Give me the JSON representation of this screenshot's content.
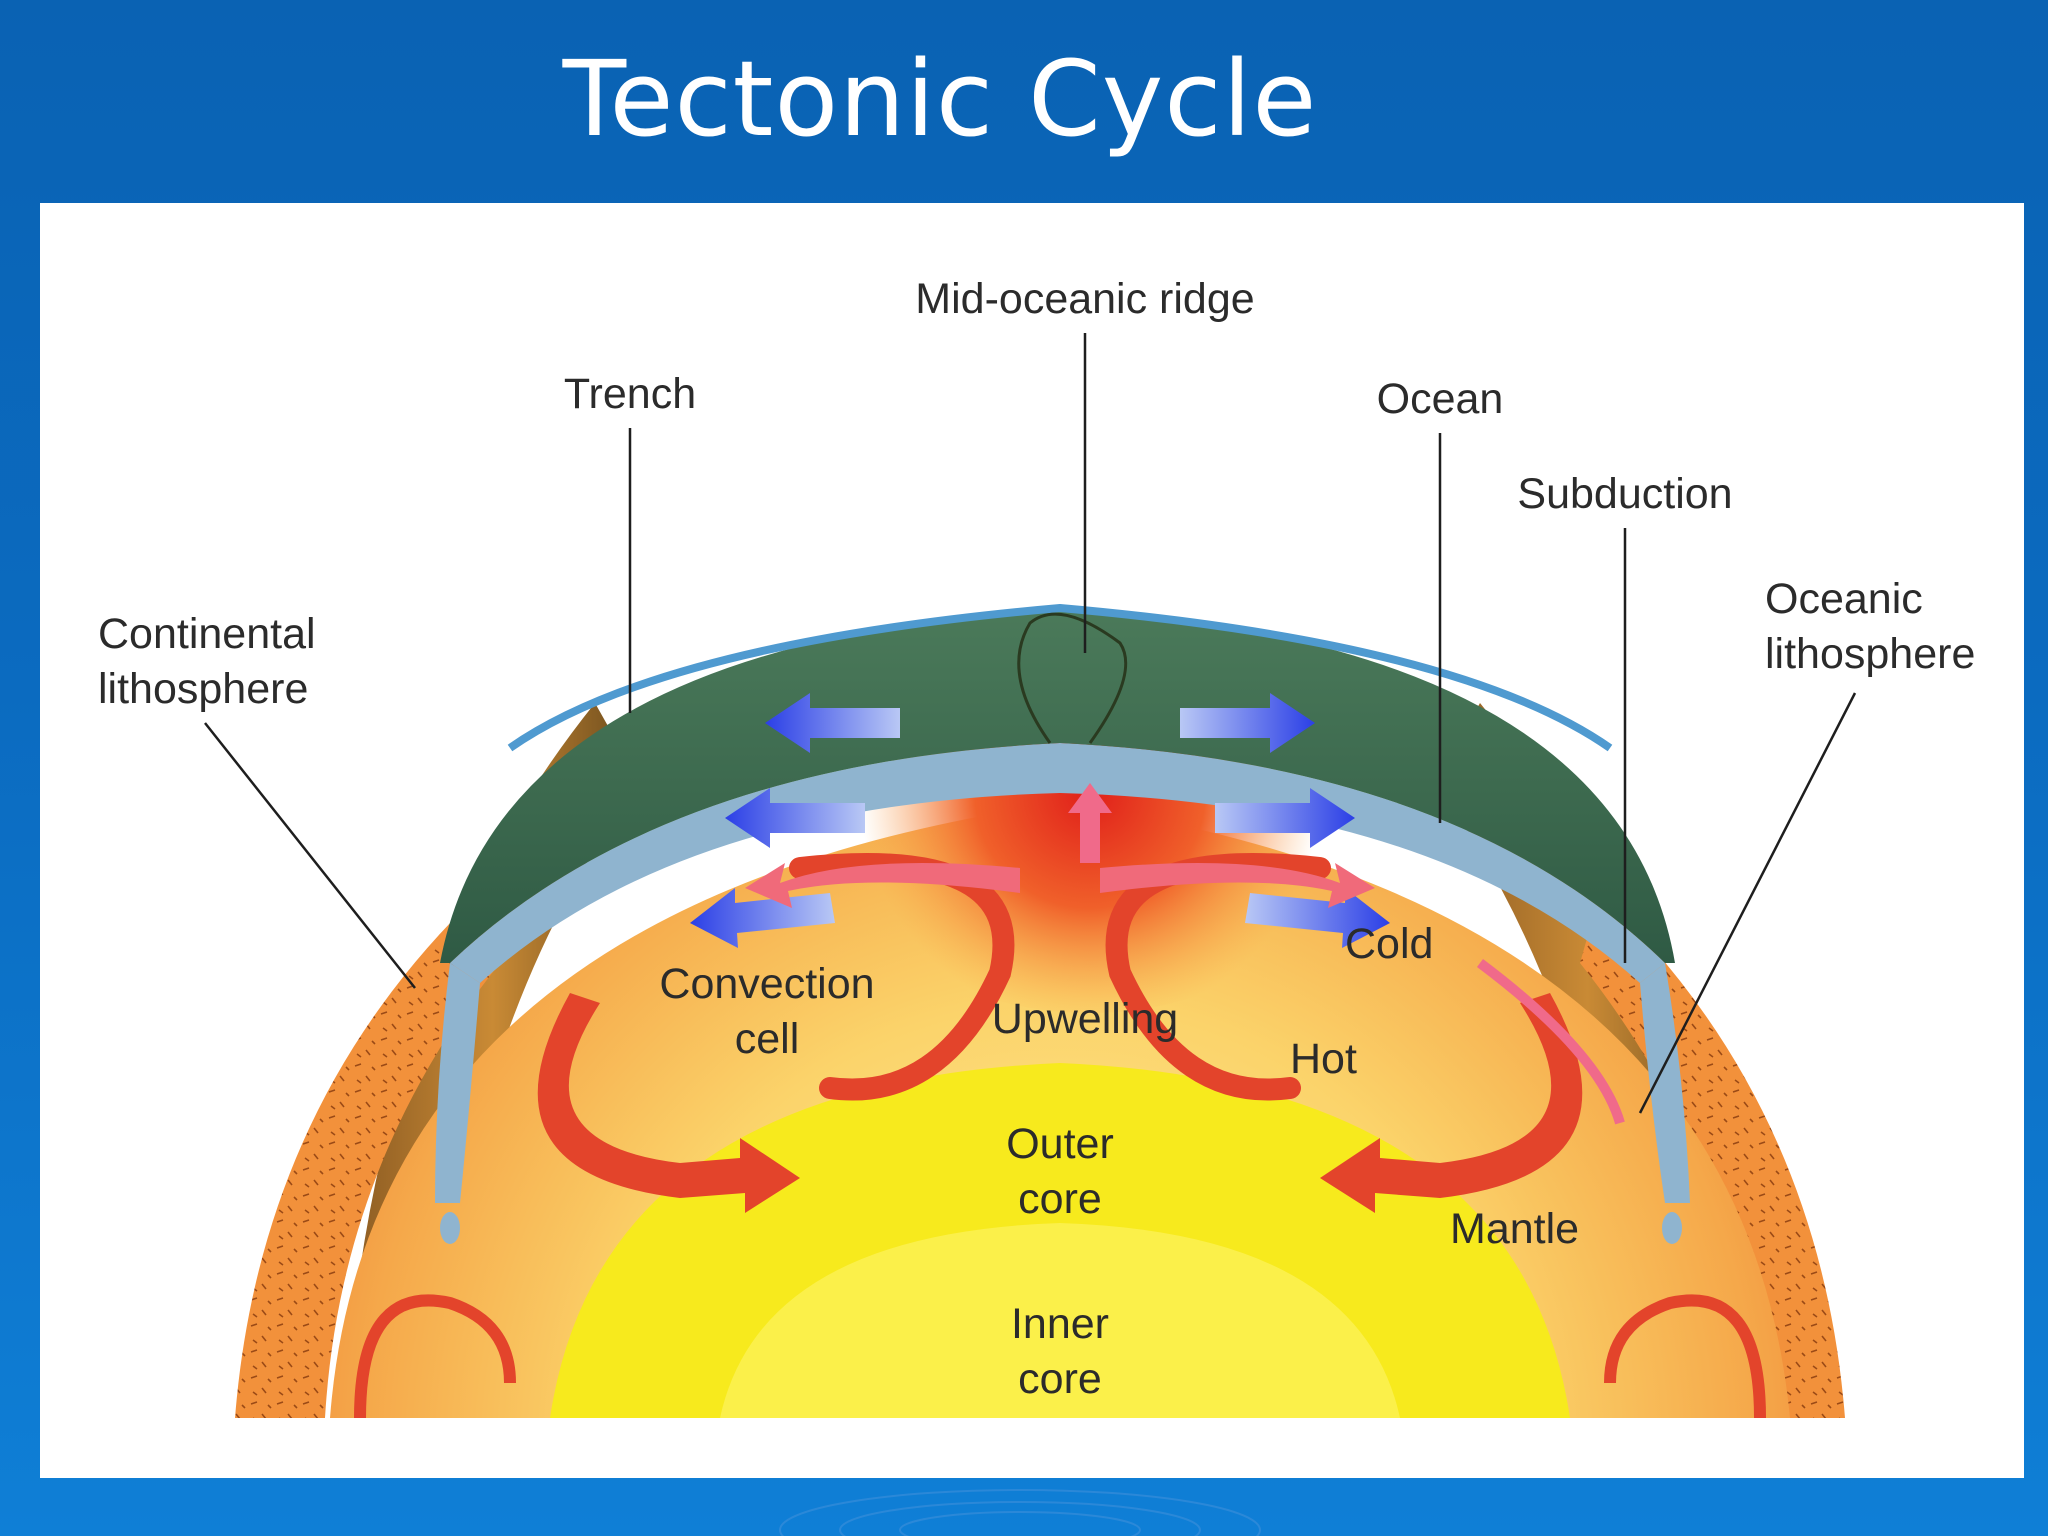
{
  "slide": {
    "title": "Tectonic Cycle"
  },
  "colors": {
    "background": "#0b67bb",
    "ocean": "#3f6b4e",
    "continent": "#b9772a",
    "mantle": "#f6b74a",
    "upwelling": "#e8351b",
    "core": "#f7ea1d",
    "lithosphere": "#8fb4cf",
    "convection_arrow": "#e3442b",
    "plate_arrow": "#2d4fe0"
  },
  "labels": {
    "ridge": "Mid-oceanic ridge",
    "trench": "Trench",
    "ocean": "Ocean",
    "subduction": "Subduction",
    "continental_line1": "Continental",
    "continental_line2": "lithosphere",
    "oceanic_line1": "Oceanic",
    "oceanic_line2": "lithosphere",
    "convection_line1": "Convection",
    "convection_line2": "cell",
    "upwelling": "Upwelling",
    "cold": "Cold",
    "hot": "Hot",
    "outer_core_line1": "Outer",
    "outer_core_line2": "core",
    "mantle": "Mantle",
    "inner_core_line1": "Inner",
    "inner_core_line2": "core"
  }
}
